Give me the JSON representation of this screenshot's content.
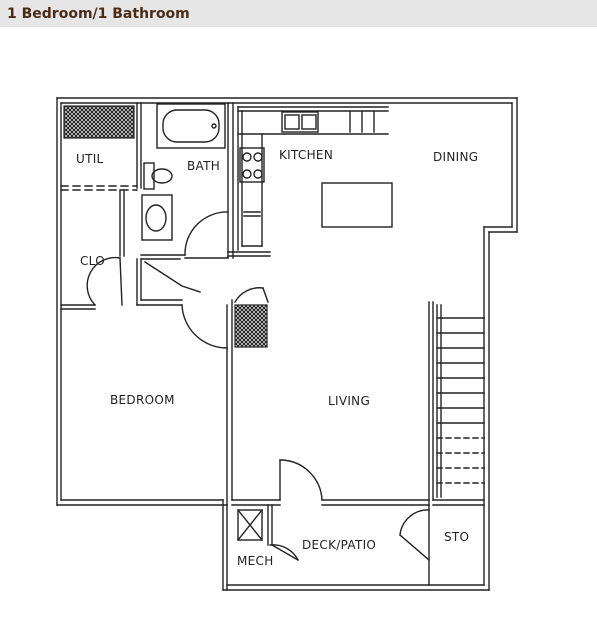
{
  "header": {
    "title": "1 Bedroom/1 Bathroom"
  },
  "rooms": {
    "util": "UTIL",
    "bath": "BATH",
    "kitchen": "KITCHEN",
    "dining": "DINING",
    "clo": "CLO",
    "bedroom": "BEDROOM",
    "living": "LIVING",
    "deck_patio": "DECK/PATIO",
    "mech": "MECH",
    "sto": "STO"
  },
  "colors": {
    "header_text": "#4a2c16",
    "header_bg": "#e6e6e6",
    "line": "#222222"
  }
}
